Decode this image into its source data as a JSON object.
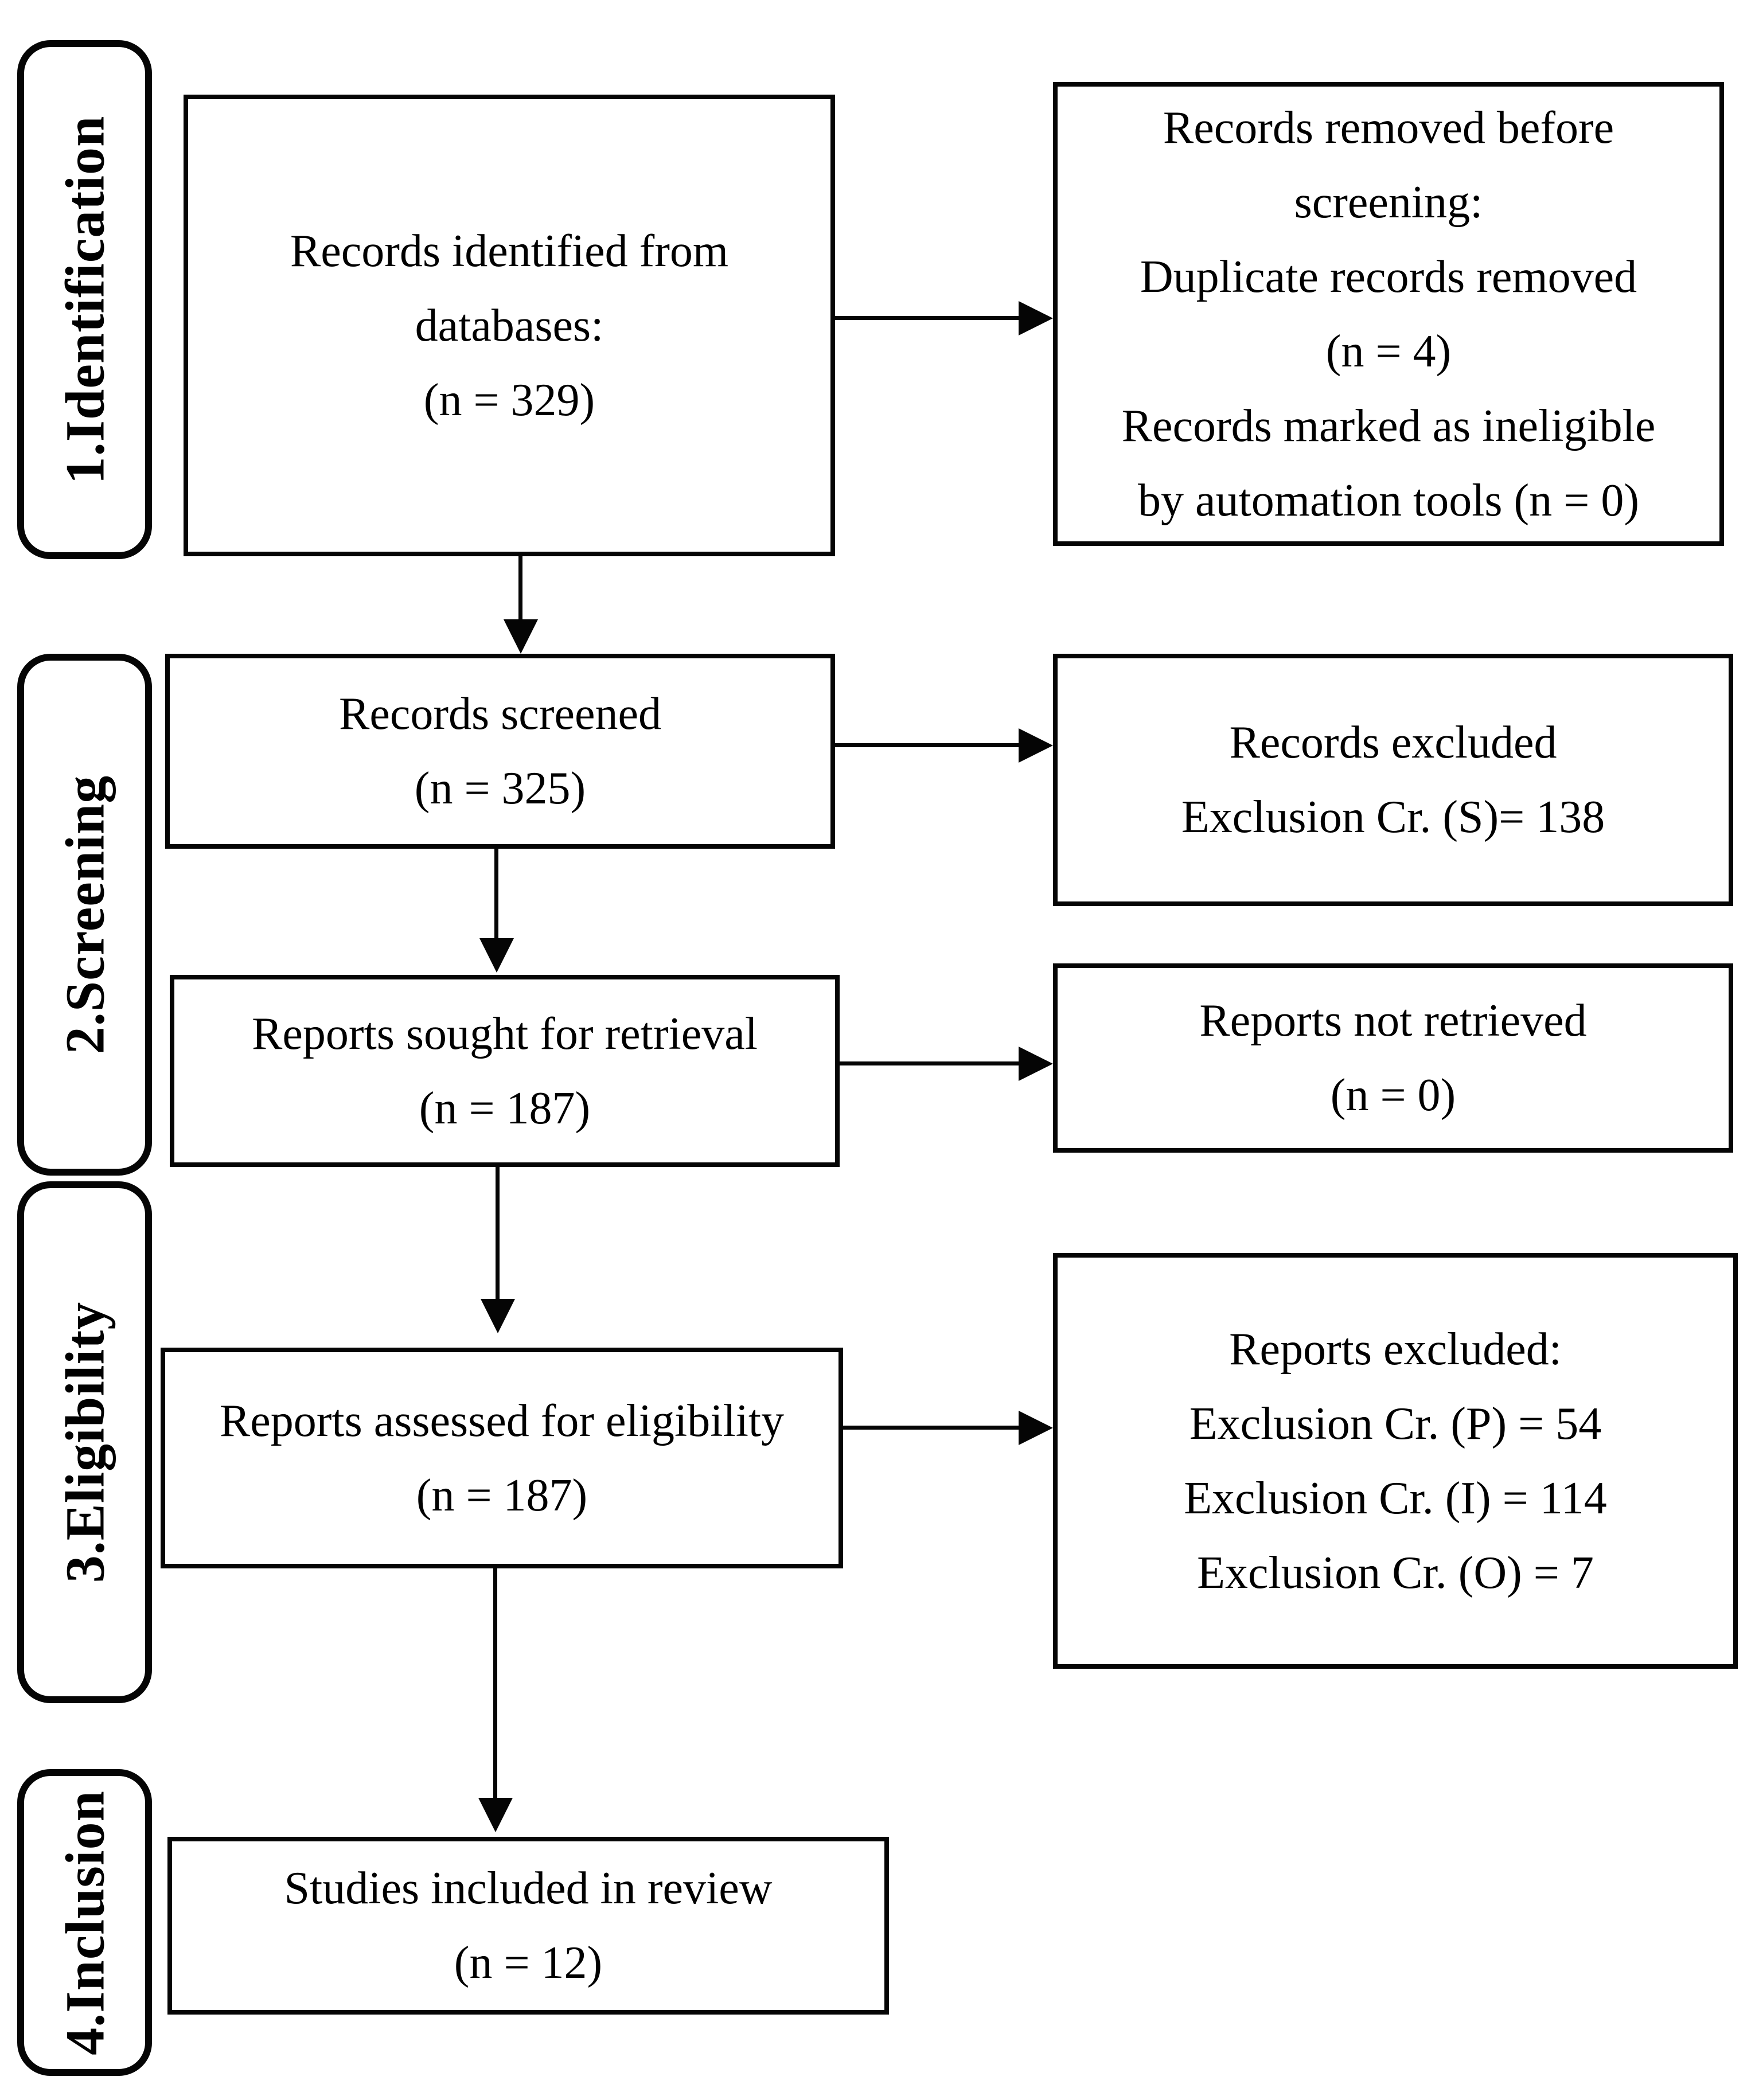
{
  "diagram": {
    "type": "prisma-flow-diagram",
    "colors": {
      "ink": "#000000",
      "background": "#ffffff"
    },
    "stages": [
      {
        "label": "1.Identification"
      },
      {
        "label": "2.Screening"
      },
      {
        "label": "3.Eligibility"
      },
      {
        "label": "4.Inclusion"
      }
    ],
    "boxes": {
      "identified": {
        "lines": [
          "Records identified from",
          "databases:",
          "(n = 329)"
        ]
      },
      "removed_before_screening": {
        "lines": [
          "Records removed before",
          "screening:",
          "Duplicate records removed",
          "(n = 4)",
          "Records marked as ineligible",
          "by automation tools (n = 0)"
        ]
      },
      "screened": {
        "lines": [
          "Records screened",
          "(n = 325)"
        ]
      },
      "records_excluded": {
        "lines": [
          "Records excluded",
          "Exclusion Cr. (S)= 138"
        ]
      },
      "sought": {
        "lines": [
          "Reports sought for retrieval",
          "(n = 187)"
        ]
      },
      "not_retrieved": {
        "lines": [
          "Reports not retrieved",
          "(n = 0)"
        ]
      },
      "assessed": {
        "lines": [
          "Reports assessed for eligibility",
          "(n = 187)"
        ]
      },
      "reports_excluded": {
        "lines": [
          "Reports excluded:",
          "Exclusion Cr. (P) = 54",
          "Exclusion Cr. (I) = 114",
          "Exclusion Cr. (O) = 7"
        ]
      },
      "included": {
        "lines": [
          "Studies included in review",
          "(n = 12)"
        ]
      }
    }
  }
}
